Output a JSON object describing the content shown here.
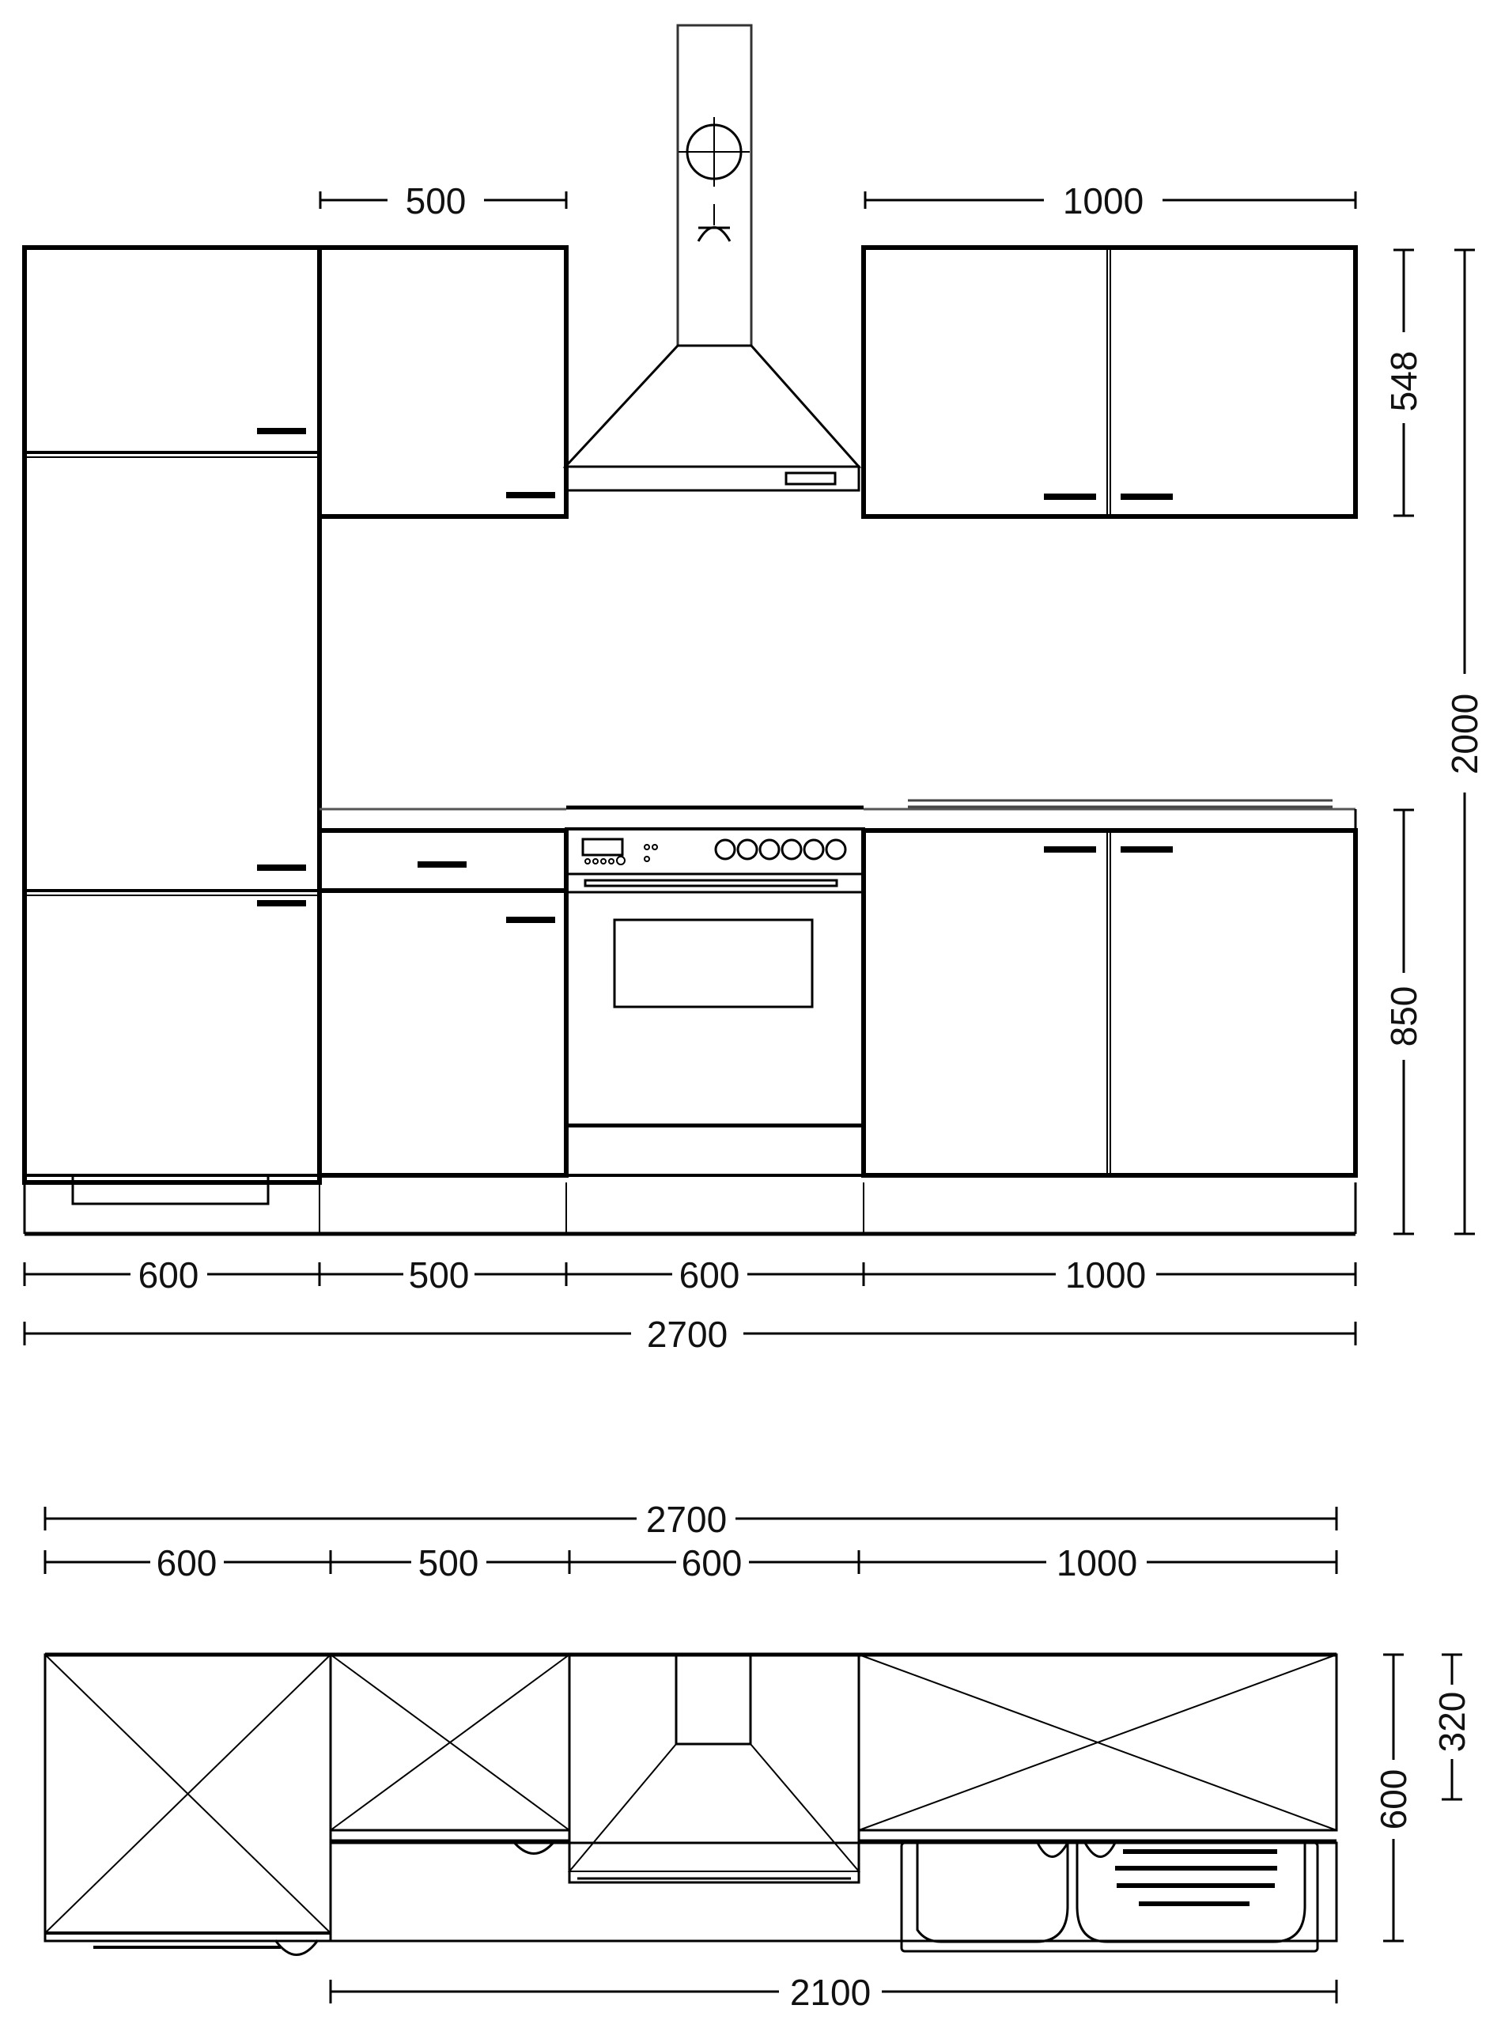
{
  "drawing": {
    "type": "kitchen elevation and plan",
    "stroke_color": "#000000",
    "background": "#ffffff"
  },
  "front_view": {
    "top_dimensions": {
      "wall_cabinet_500": "500",
      "wall_cabinet_1000": "1000"
    },
    "right_dimensions": {
      "wall_cabinet_height": "548",
      "total_height": "2000",
      "base_height": "850"
    },
    "bottom_dimensions": {
      "segments": [
        "600",
        "500",
        "600",
        "1000"
      ],
      "total": "2700"
    },
    "units": [
      {
        "name": "tall-fridge-cabinet",
        "width": "600"
      },
      {
        "name": "base-cabinet-500",
        "width": "500"
      },
      {
        "name": "oven-cooker",
        "width": "600"
      },
      {
        "name": "sink-base-cabinet",
        "width": "1000"
      }
    ],
    "oven": {
      "knob_count": 6
    }
  },
  "top_view": {
    "top_dimensions": {
      "total": "2700",
      "segments": [
        "600",
        "500",
        "600",
        "1000"
      ]
    },
    "right_dimensions": {
      "depth": "600",
      "wall_cabinet_depth": "320"
    },
    "bottom_dimensions": {
      "worktop_length": "2100"
    }
  }
}
